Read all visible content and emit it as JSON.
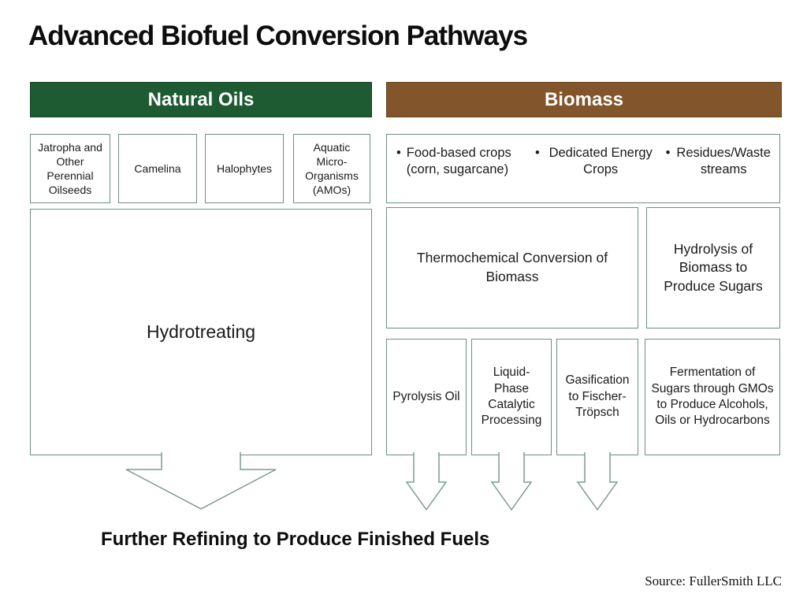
{
  "title": "Advanced Biofuel Conversion Pathways",
  "colors": {
    "green_header_bg": "#1E5B33",
    "brown_header_bg": "#82552B",
    "box_border": "#6d8f80",
    "arrow_stroke": "#7d9c8d"
  },
  "natural_oils": {
    "header": "Natural Oils",
    "feedstocks": [
      "Jatropha and Other Perennial Oilseeds",
      "Camelina",
      "Halophytes",
      "Aquatic Micro-Organisms (AMOs)"
    ],
    "process": "Hydrotreating"
  },
  "biomass": {
    "header": "Biomass",
    "bullet": "•",
    "feedstocks": [
      {
        "line1": "Food-based crops",
        "line2": "(corn, sugarcane)"
      },
      {
        "line1": "Dedicated Energy",
        "line2": "Crops"
      },
      {
        "line1": "Residues/Waste",
        "line2": "streams"
      }
    ],
    "conversions": [
      "Thermochemical Conversion of Biomass",
      "Hydrolysis of Biomass to Produce Sugars"
    ],
    "outputs": [
      "Pyrolysis Oil",
      "Liquid-Phase Catalytic Processing",
      "Gasification to Fischer-Tröpsch",
      "Fermentation of Sugars through GMOs to Produce Alcohols, Oils or Hydrocarbons"
    ]
  },
  "footer": {
    "further_refining": "Further Refining to Produce Finished Fuels",
    "source": "Source: FullerSmith LLC"
  }
}
